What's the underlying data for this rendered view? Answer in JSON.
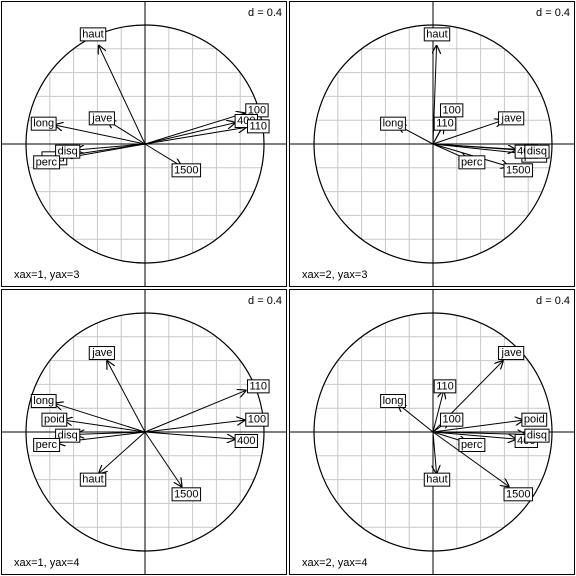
{
  "chart_data": [
    {
      "type": "correlation-circle",
      "scale_label": "d = 0.4",
      "axes_label": "xax=1, yax=3",
      "grid_step": 0.2,
      "variables": [
        {
          "name": "100",
          "x": 0.84,
          "y": 0.26
        },
        {
          "name": "long",
          "x": -0.76,
          "y": 0.16
        },
        {
          "name": "poid",
          "x": -0.68,
          "y": -0.1
        },
        {
          "name": "haut",
          "x": -0.39,
          "y": 0.83
        },
        {
          "name": "400",
          "x": 0.76,
          "y": 0.18
        },
        {
          "name": "110",
          "x": 0.85,
          "y": 0.14
        },
        {
          "name": "disq",
          "x": -0.58,
          "y": -0.05
        },
        {
          "name": "perc",
          "x": -0.74,
          "y": -0.13
        },
        {
          "name": "jave",
          "x": -0.32,
          "y": 0.2
        },
        {
          "name": "1500",
          "x": 0.31,
          "y": -0.19
        }
      ]
    },
    {
      "type": "correlation-circle",
      "scale_label": "d = 0.4",
      "axes_label": "xax=2, yax=3",
      "grid_step": 0.2,
      "variables": [
        {
          "name": "100",
          "x": 0.14,
          "y": 0.26
        },
        {
          "name": "long",
          "x": -0.3,
          "y": 0.16
        },
        {
          "name": "poid",
          "x": 0.76,
          "y": -0.08
        },
        {
          "name": "haut",
          "x": 0.03,
          "y": 0.83
        },
        {
          "name": "400",
          "x": 0.7,
          "y": -0.05
        },
        {
          "name": "110",
          "x": 0.09,
          "y": 0.16
        },
        {
          "name": "disq",
          "x": 0.78,
          "y": -0.05
        },
        {
          "name": "perc",
          "x": 0.29,
          "y": -0.13
        },
        {
          "name": "jave",
          "x": 0.59,
          "y": 0.2
        },
        {
          "name": "1500",
          "x": 0.64,
          "y": -0.19
        }
      ]
    },
    {
      "type": "correlation-circle",
      "scale_label": "d = 0.4",
      "axes_label": "xax=1, yax=4",
      "grid_step": 0.2,
      "variables": [
        {
          "name": "100",
          "x": 0.84,
          "y": 0.1
        },
        {
          "name": "long",
          "x": -0.76,
          "y": 0.24
        },
        {
          "name": "poid",
          "x": -0.68,
          "y": 0.1
        },
        {
          "name": "haut",
          "x": -0.39,
          "y": -0.35
        },
        {
          "name": "400",
          "x": 0.76,
          "y": -0.06
        },
        {
          "name": "110",
          "x": 0.85,
          "y": 0.35
        },
        {
          "name": "disq",
          "x": -0.58,
          "y": -0.02
        },
        {
          "name": "perc",
          "x": -0.74,
          "y": -0.09
        },
        {
          "name": "jave",
          "x": -0.32,
          "y": 0.6
        },
        {
          "name": "1500",
          "x": 0.31,
          "y": -0.46
        }
      ]
    },
    {
      "type": "correlation-circle",
      "scale_label": "d = 0.4",
      "axes_label": "xax=2, yax=4",
      "grid_step": 0.2,
      "variables": [
        {
          "name": "100",
          "x": 0.14,
          "y": 0.1
        },
        {
          "name": "long",
          "x": -0.3,
          "y": 0.24
        },
        {
          "name": "poid",
          "x": 0.76,
          "y": 0.1
        },
        {
          "name": "haut",
          "x": 0.03,
          "y": -0.35
        },
        {
          "name": "400",
          "x": 0.7,
          "y": -0.06
        },
        {
          "name": "110",
          "x": 0.09,
          "y": 0.35
        },
        {
          "name": "disq",
          "x": 0.78,
          "y": -0.02
        },
        {
          "name": "perc",
          "x": 0.29,
          "y": -0.09
        },
        {
          "name": "jave",
          "x": 0.59,
          "y": 0.6
        },
        {
          "name": "1500",
          "x": 0.64,
          "y": -0.46
        }
      ]
    }
  ]
}
